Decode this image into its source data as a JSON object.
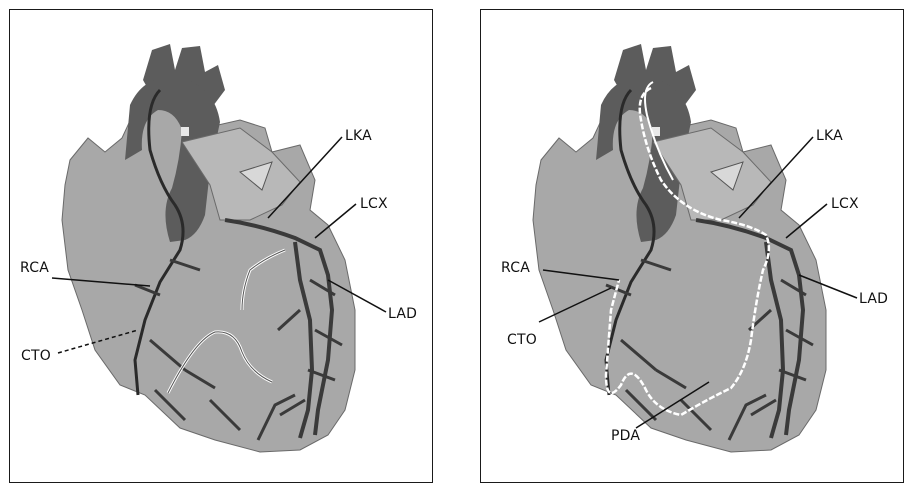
{
  "left_panel": {
    "labels": {
      "lka": "LKA",
      "lcx": "LCX",
      "rca": "RCA",
      "lad": "LAD",
      "cto": "CTO"
    }
  },
  "right_panel": {
    "labels": {
      "lka": "LKA",
      "lcx": "LCX",
      "rca": "RCA",
      "lad": "LAD",
      "cto": "CTO",
      "pda": "PDA"
    }
  },
  "colors": {
    "heart_fill": "#a8a8a8",
    "aorta_fill": "#5c5c5c",
    "vessel": "#3a3a3a",
    "bypass_path": "#ffffff"
  }
}
